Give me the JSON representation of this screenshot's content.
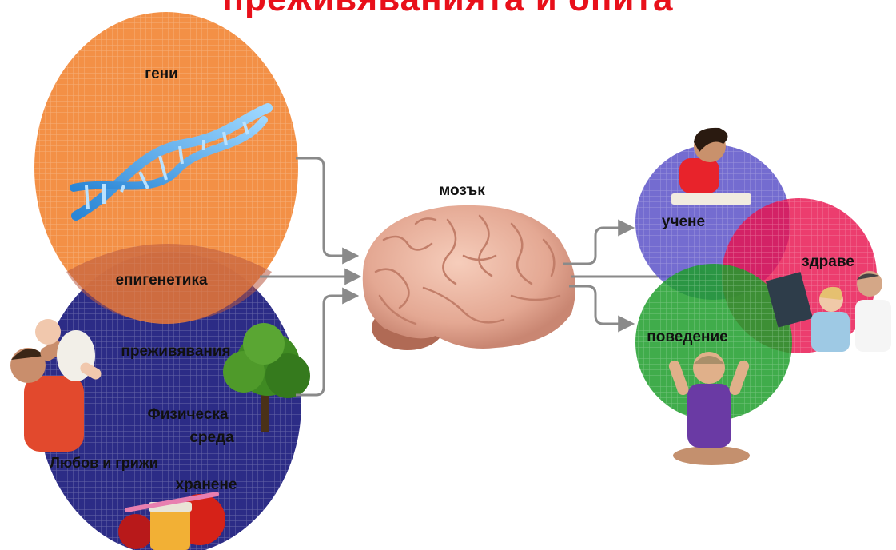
{
  "title": "преживяванията и опита",
  "labels": {
    "genes": "гени",
    "epigenetics": "епигенетика",
    "experiences": "преживявания",
    "physical_env_1": "Физическа",
    "physical_env_2": "среда",
    "love_care": "Любов и грижи",
    "nutrition": "хранене",
    "brain": "мозък",
    "learning": "учене",
    "health": "здраве",
    "behavior": "поведение"
  },
  "colors": {
    "title": "#e8101a",
    "genes_circle": "#f28a3c",
    "experiences_circle": "#2c2c86",
    "learning_circle": "#7a72d8",
    "health_circle": "#e8124e",
    "behavior_circle": "#1f9e2c",
    "arrow": "#8a8a8a"
  },
  "icons": {
    "dna": "dna-helix-icon",
    "brain": "brain-icon",
    "tree": "tree-icon",
    "father_child": "father-child-icon",
    "apples": "food-apples-icon",
    "reading_girl": "reading-girl-icon",
    "doctors": "doctors-xray-icon",
    "upset_child": "upset-child-icon"
  }
}
